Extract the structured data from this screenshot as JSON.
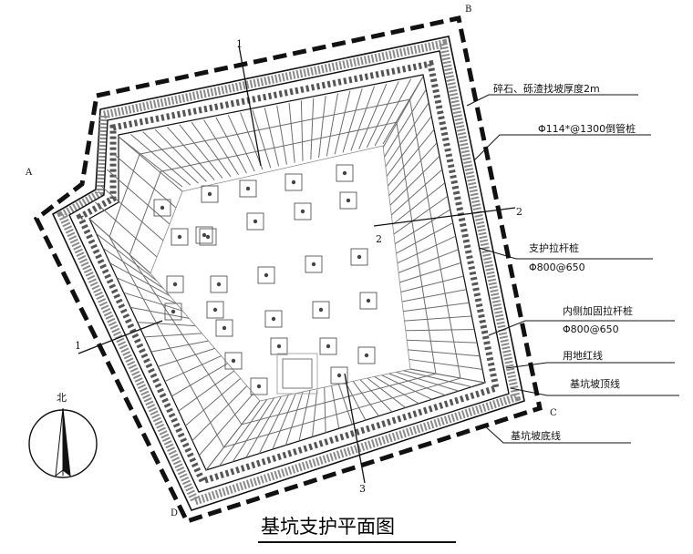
{
  "title": "基坑支护平面图",
  "corners": {
    "a": "A",
    "b": "B",
    "c": "C",
    "d": "D"
  },
  "section_marks": [
    "1",
    "2",
    "3"
  ],
  "north": "北",
  "legend": [
    "碎石、砾渣找坡厚度2m",
    "Φ114*@1300倒管桩",
    "支护拉杆桩",
    "Φ800@650",
    "内侧加固拉杆桩",
    "Φ800@650",
    "用地红线",
    "基坑坡顶线",
    "基坑坡底线"
  ],
  "colors": {
    "line": "#111111",
    "pile": "#777777",
    "paper": "#ffffff"
  }
}
